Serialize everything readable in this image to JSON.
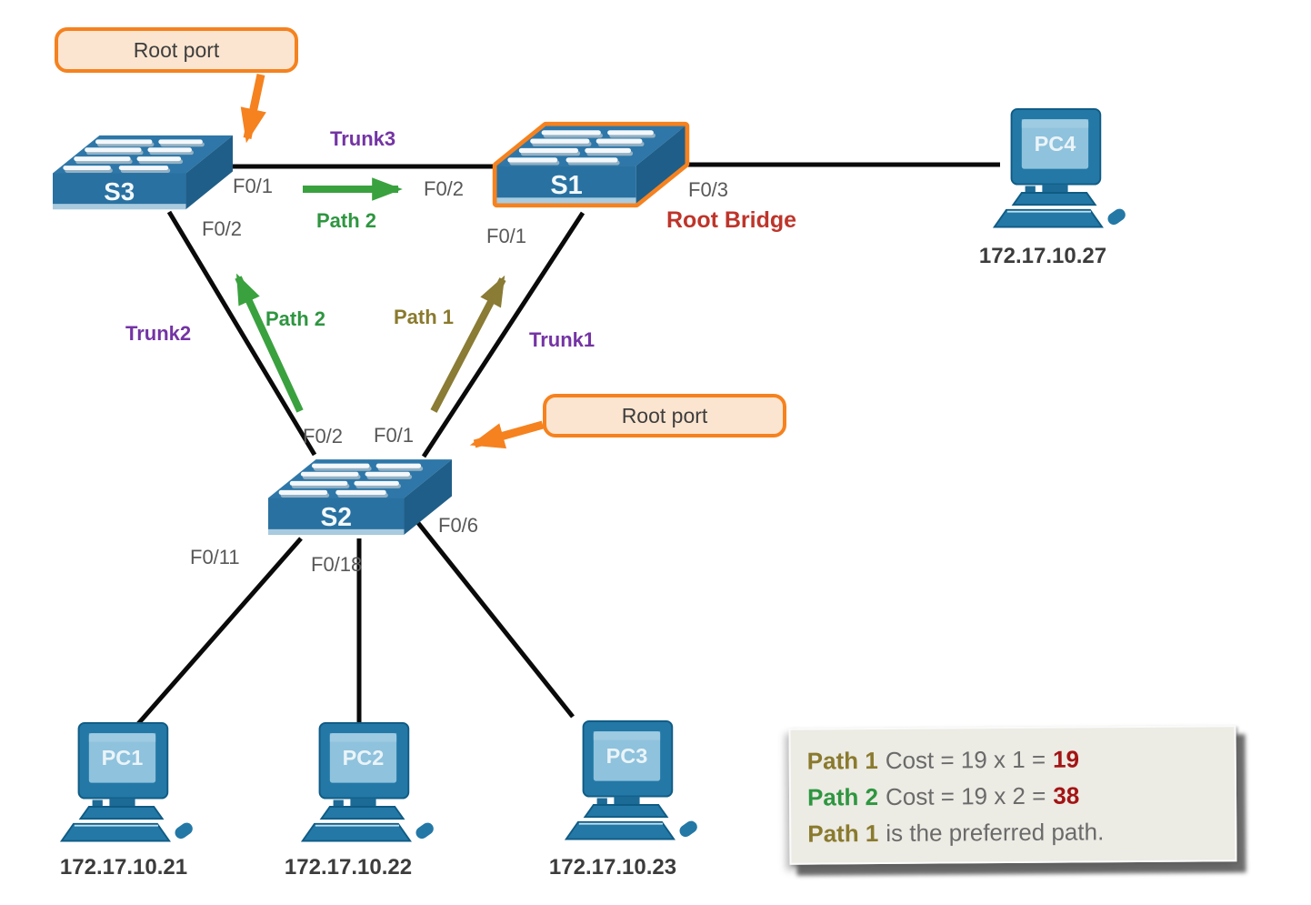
{
  "diagram_type": "STP spanning-tree path cost topology",
  "colors": {
    "link": "#0a0a0a",
    "switch_top": "#2E77A8",
    "switch_front": "#2971A1",
    "switch_side": "#1F5E88",
    "pc_blue": "#2378A6",
    "highlight_orange": "#F5821F",
    "callout_fill": "#FCE5D0",
    "trunk_purple": "#7434A4",
    "path_green": "#2E9640",
    "path_olive": "#8A7A2E",
    "root_bridge_red": "#BE352B",
    "cost_value_red": "#A31414",
    "cost_box_bg": "#ECEBE4"
  },
  "callouts": {
    "s3": {
      "label": "Root port"
    },
    "s2": {
      "label": "Root port"
    }
  },
  "devices": {
    "s1": {
      "label": "S1",
      "role": "Root Bridge"
    },
    "s2": {
      "label": "S2"
    },
    "s3": {
      "label": "S3"
    },
    "pc1": {
      "label": "PC1",
      "ip": "172.17.10.21"
    },
    "pc2": {
      "label": "PC2",
      "ip": "172.17.10.22"
    },
    "pc3": {
      "label": "PC3",
      "ip": "172.17.10.23"
    },
    "pc4": {
      "label": "PC4",
      "ip": "172.17.10.27"
    }
  },
  "ports": {
    "s3_to_s1": "F0/1",
    "s1_from_s3": "F0/2",
    "s3_to_s2": "F0/2",
    "s1_to_s2": "F0/1",
    "s1_to_pc4": "F0/3",
    "s2_to_s3": "F0/2",
    "s2_to_s1": "F0/1",
    "s2_to_pc3": "F0/6",
    "s2_to_pc1": "F0/11",
    "s2_to_pc2": "F0/18"
  },
  "links": {
    "trunk1": "Trunk1",
    "trunk2": "Trunk2",
    "trunk3": "Trunk3"
  },
  "paths": {
    "path1": "Path 1",
    "path2": "Path 2"
  },
  "cost_box": {
    "lines": [
      {
        "path": "Path 1",
        "text": "Cost = 19 x 1 =",
        "value": "19"
      },
      {
        "path": "Path 2",
        "text": "Cost = 19 x 2 =",
        "value": "38"
      },
      {
        "path": "Path 1",
        "text": "is the preferred path.",
        "value": ""
      }
    ]
  }
}
